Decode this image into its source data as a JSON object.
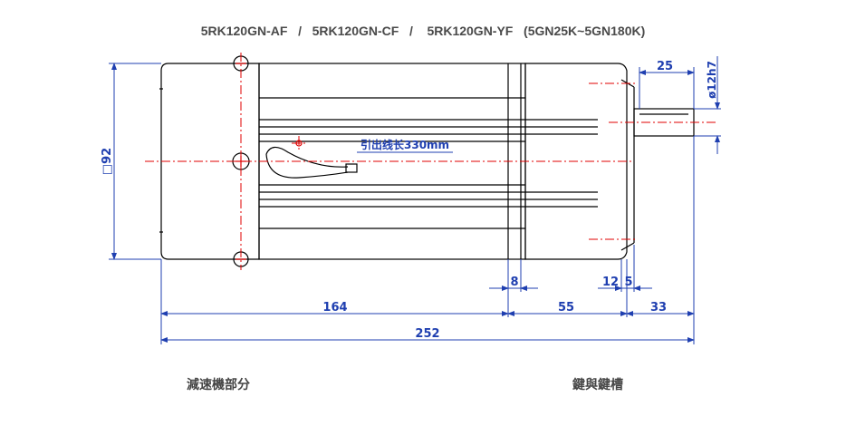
{
  "title": "5RK120GN-AF   /   5RK120GN-CF   /    5RK120GN-YF   (5GN25K~5GN180K)",
  "dimensions": {
    "d8": "8",
    "d12": "12",
    "d5": "5",
    "d164": "164",
    "d55": "55",
    "d33": "33",
    "d252": "252",
    "d25": "25",
    "shaft_dia": "ø12h7",
    "square": "□92"
  },
  "lead_wire_note": "引出线长330mm",
  "captions": {
    "left": "減速機部分",
    "right": "鍵與鍵槽"
  },
  "colors": {
    "outline": "#000000",
    "dimension": "#1f3fb0",
    "centerline": "#e00000"
  }
}
